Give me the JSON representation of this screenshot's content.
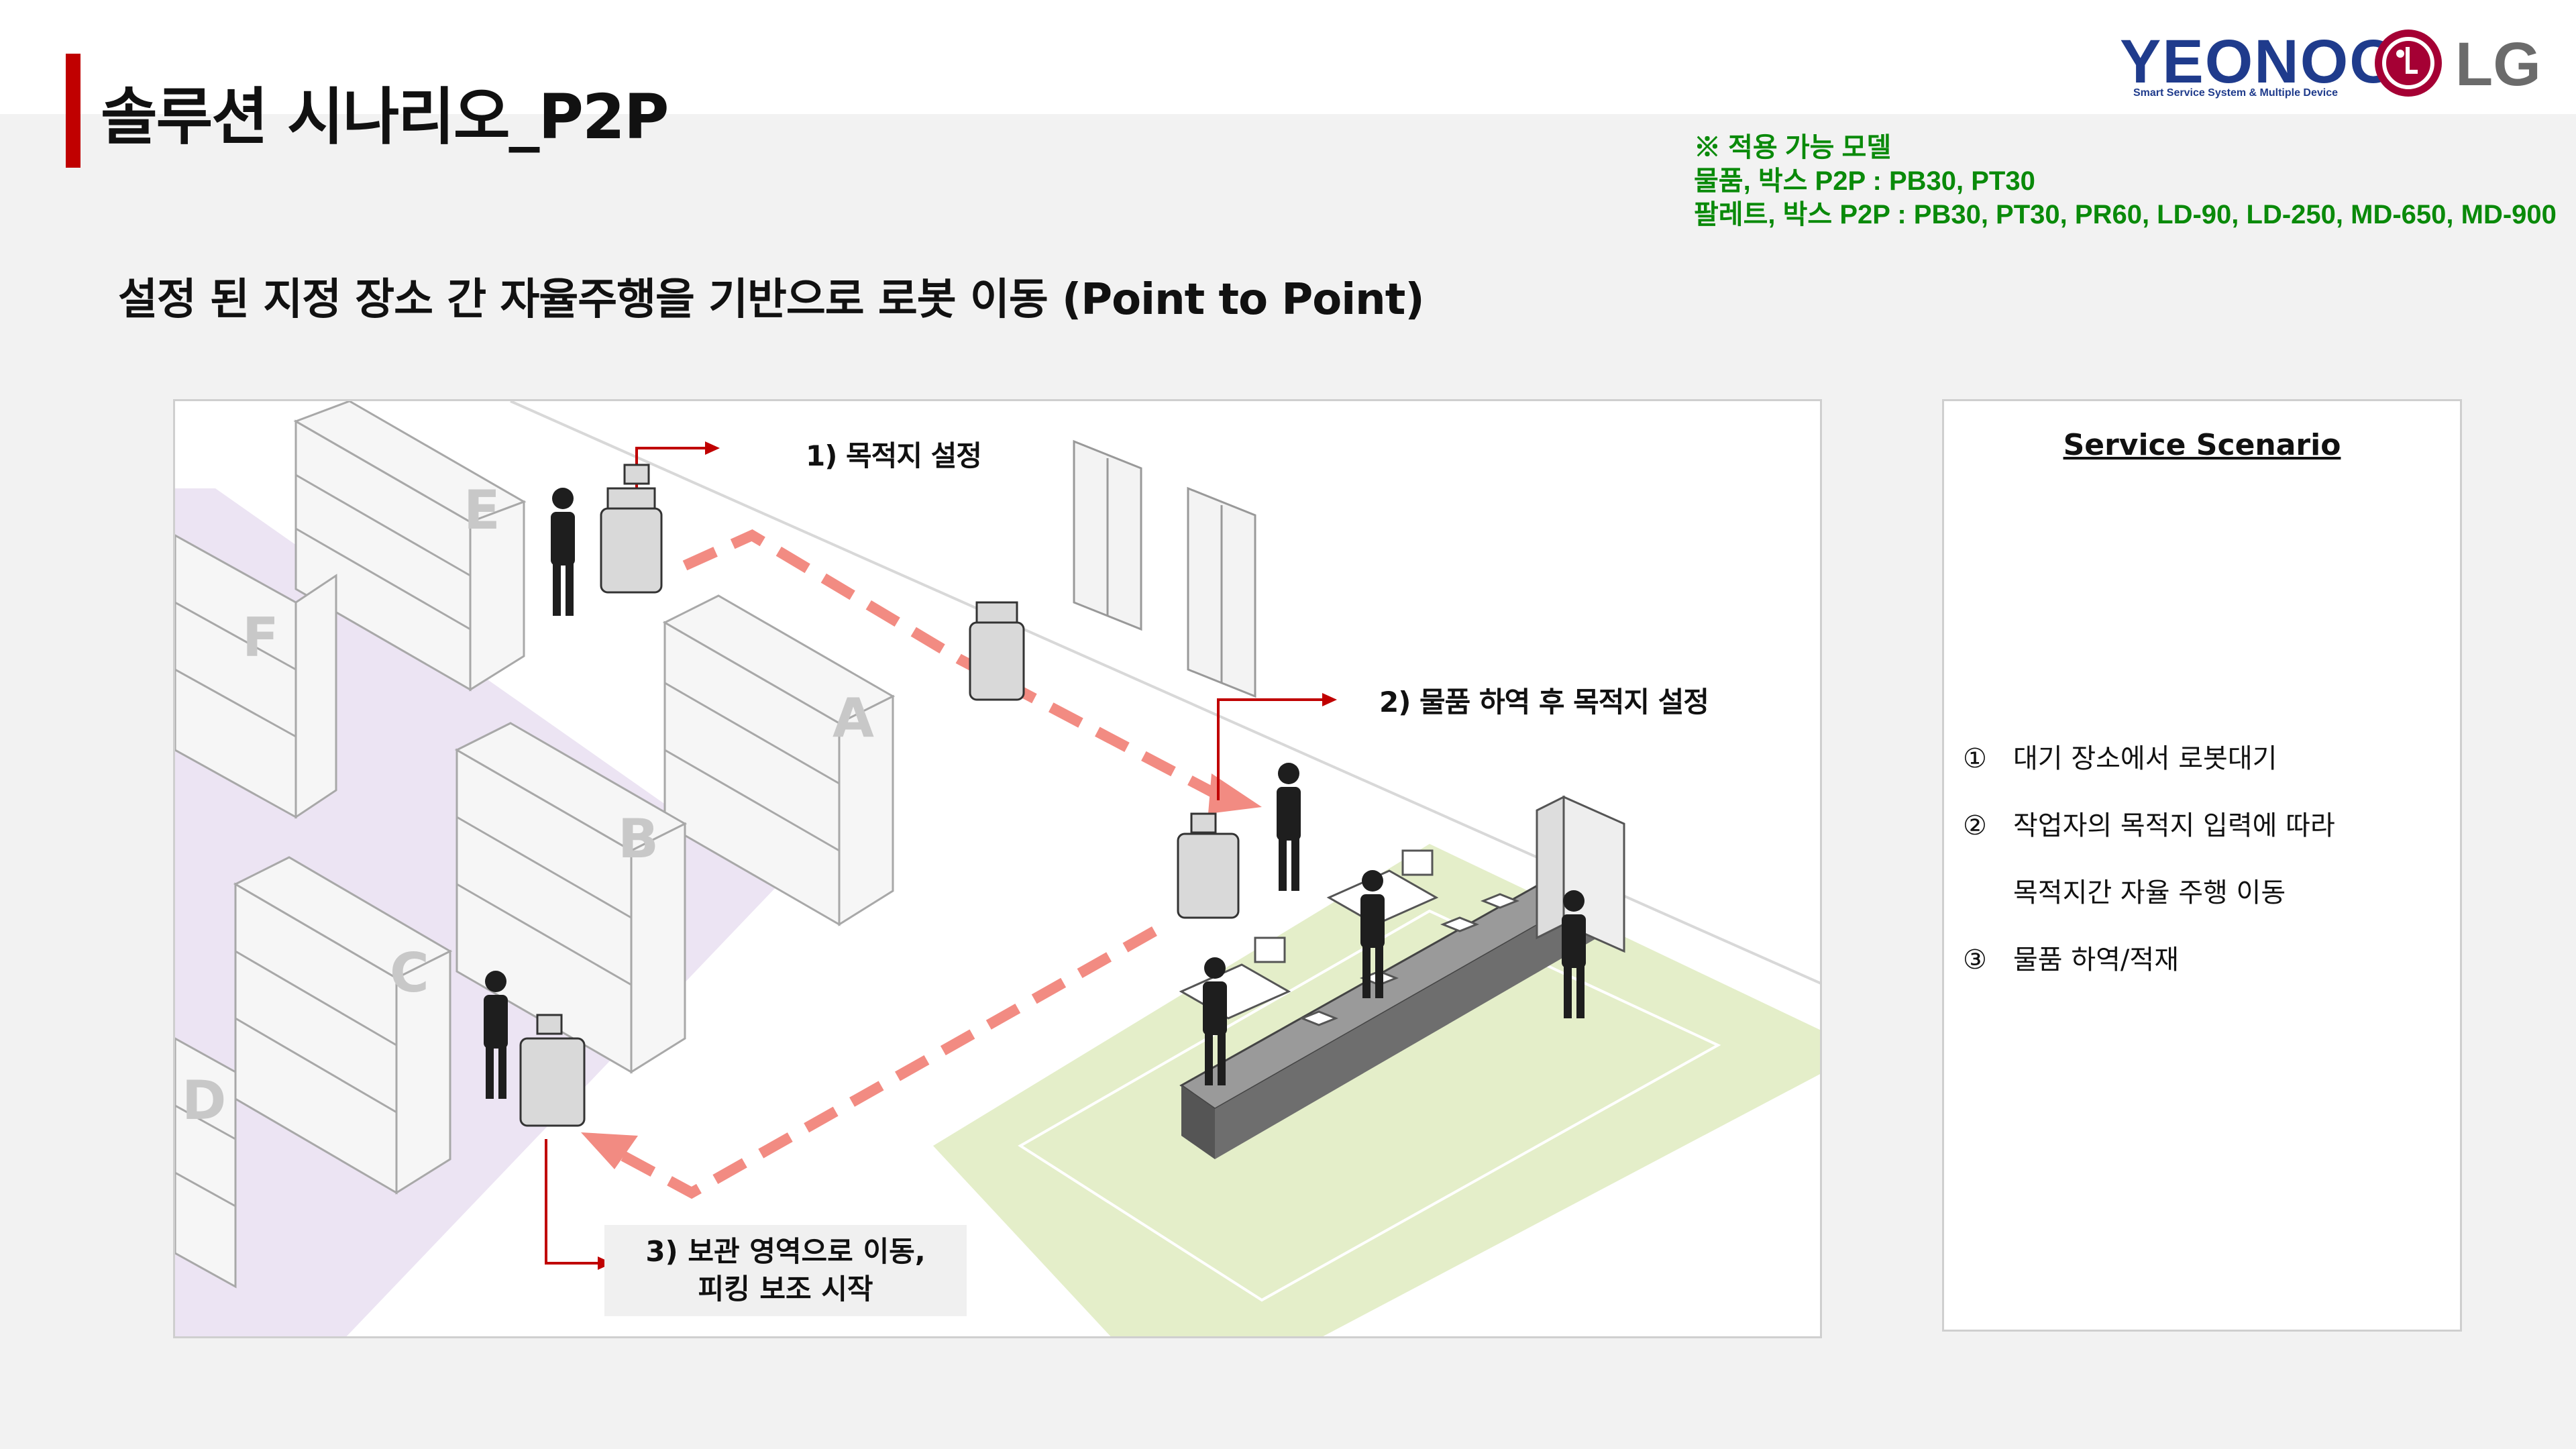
{
  "header": {
    "title": "솔루션 시나리오_P2P",
    "brand_main": "YEONOO",
    "brand_sub": "Smart Service System & Multiple Device",
    "brand_partner": "LG"
  },
  "models": {
    "heading": "※ 적용 가능 모델",
    "line1": "물품, 박스 P2P : PB30, PT30",
    "line2": "팔레트, 박스 P2P :  PB30, PT30, PR60, LD-90, LD-250, MD-650, MD-900"
  },
  "subtitle": "설정 된 지정 장소 간 자율주행을 기반으로 로봇 이동 (Point to Point)",
  "diagram": {
    "step1": "1) 목적지 설정",
    "step2": "2) 물품 하역 후 목적지 설정",
    "step3_line1": "3) 보관 영역으로 이동,",
    "step3_line2": "피킹 보조 시작",
    "rack_labels": [
      "E",
      "F",
      "A",
      "B",
      "C",
      "D"
    ]
  },
  "scenario": {
    "title": "Service Scenario",
    "items": [
      {
        "num": "①",
        "text": "대기 장소에서 로봇대기"
      },
      {
        "num": "②",
        "text": "작업자의 목적지 입력에 따라"
      },
      {
        "num": "",
        "text": "목적지간 자율 주행 이동"
      },
      {
        "num": "③",
        "text": "물품 하역/적재"
      }
    ]
  },
  "colors": {
    "accent": "#c00000",
    "model_text": "#0a8a0a",
    "route": "#f28b82",
    "storage_zone": "#ece4f3",
    "work_zone": "#e4eec9"
  }
}
